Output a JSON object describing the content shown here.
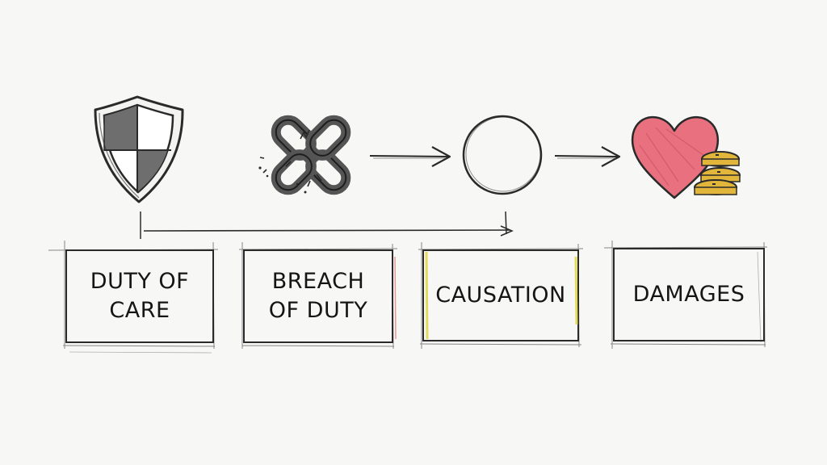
{
  "elements": {
    "duty": {
      "label": "DUTY OF\nCARE",
      "icon": "shield-icon"
    },
    "breach": {
      "label": "BREACH\nOF DUTY",
      "icon": "broken-chain-icon"
    },
    "causation": {
      "label": "CAUSATION",
      "icon": "empty-circle-icon",
      "accent": "#e2d84a"
    },
    "damages": {
      "label": "DAMAGES",
      "icon": "heart-with-coins-icon"
    }
  },
  "colors": {
    "ink": "#2a2a2a",
    "heart": "#e9717f",
    "coin": "#e2b63a",
    "shield_fill": "#6e6e6e",
    "chain": "#555555",
    "red_edge": "#e05a5a"
  }
}
